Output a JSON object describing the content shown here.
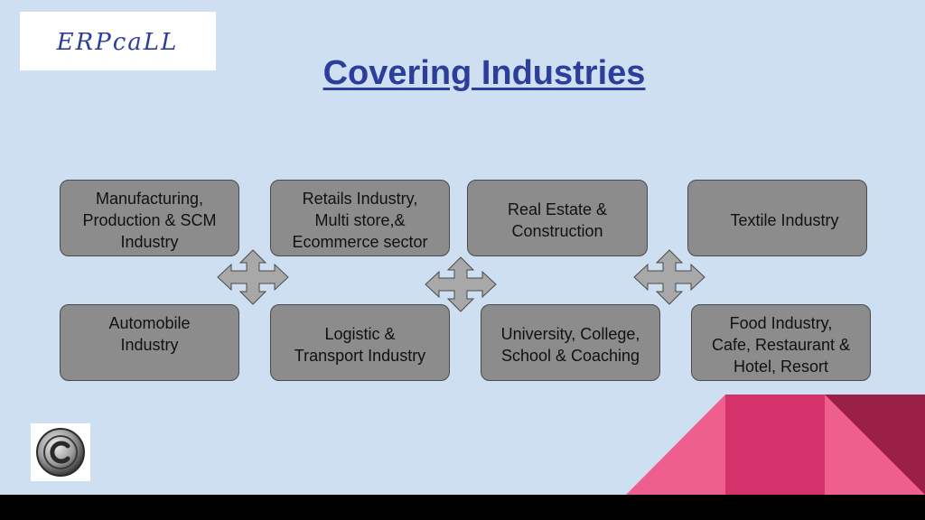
{
  "logo": {
    "text": "ERPcaLL"
  },
  "title": "Covering Industries",
  "industries": [
    "Manufacturing,\nProduction & SCM\nIndustry",
    "Retails Industry,\nMulti store,&\nEcommerce sector",
    "Real Estate &\nConstruction",
    "Textile Industry",
    "Automobile\nIndustry",
    "Logistic &\nTransport Industry",
    "University, College,\nSchool & Coaching",
    "Food Industry,\nCafe, Restaurant &\nHotel, Resort"
  ],
  "icons": [
    "four-way-arrow-icon",
    "copyright-icon"
  ],
  "colors": {
    "background": "#cfdff2",
    "title": "#2b3e9a",
    "box_fill": "#8c8c8c",
    "arrow_fill": "#a8a8a8",
    "accent_pink": "#ef5f8e",
    "accent_crimson": "#d3336a",
    "accent_maroon": "#9b2046",
    "footer": "#000000"
  }
}
